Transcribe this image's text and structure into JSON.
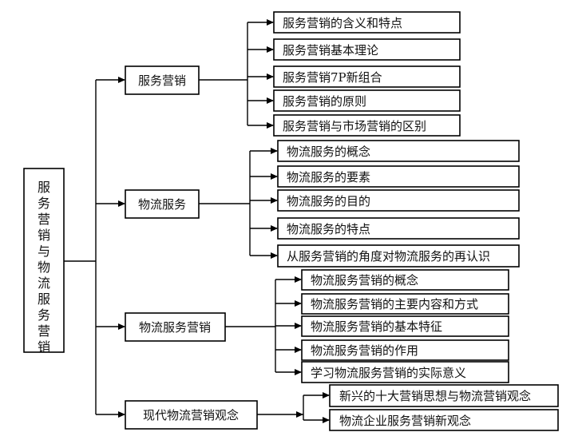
{
  "root": {
    "label": "服务营销与物流服务营销"
  },
  "branches": [
    {
      "label": "服务营销",
      "children": [
        "服务营销的含义和特点",
        "服务营销基本理论",
        "服务营销7P新组合",
        "服务营销的原则",
        "服务营销与市场营销的区别"
      ]
    },
    {
      "label": "物流服务",
      "children": [
        "物流服务的概念",
        "物流服务的要素",
        "物流服务的目的",
        "物流服务的特点",
        "从服务营销的角度对物流服务的再认识"
      ]
    },
    {
      "label": "物流服务营销",
      "children": [
        "物流服务营销的概念",
        "物流服务营销的主要内容和方式",
        "物流服务营销的基本特征",
        "物流服务营销的作用",
        "学习物流服务营销的实际意义"
      ]
    },
    {
      "label": "现代物流营销观念",
      "children": [
        "新兴的十大营销思想与物流营销观念",
        "物流企业服务营销新观念"
      ]
    }
  ]
}
